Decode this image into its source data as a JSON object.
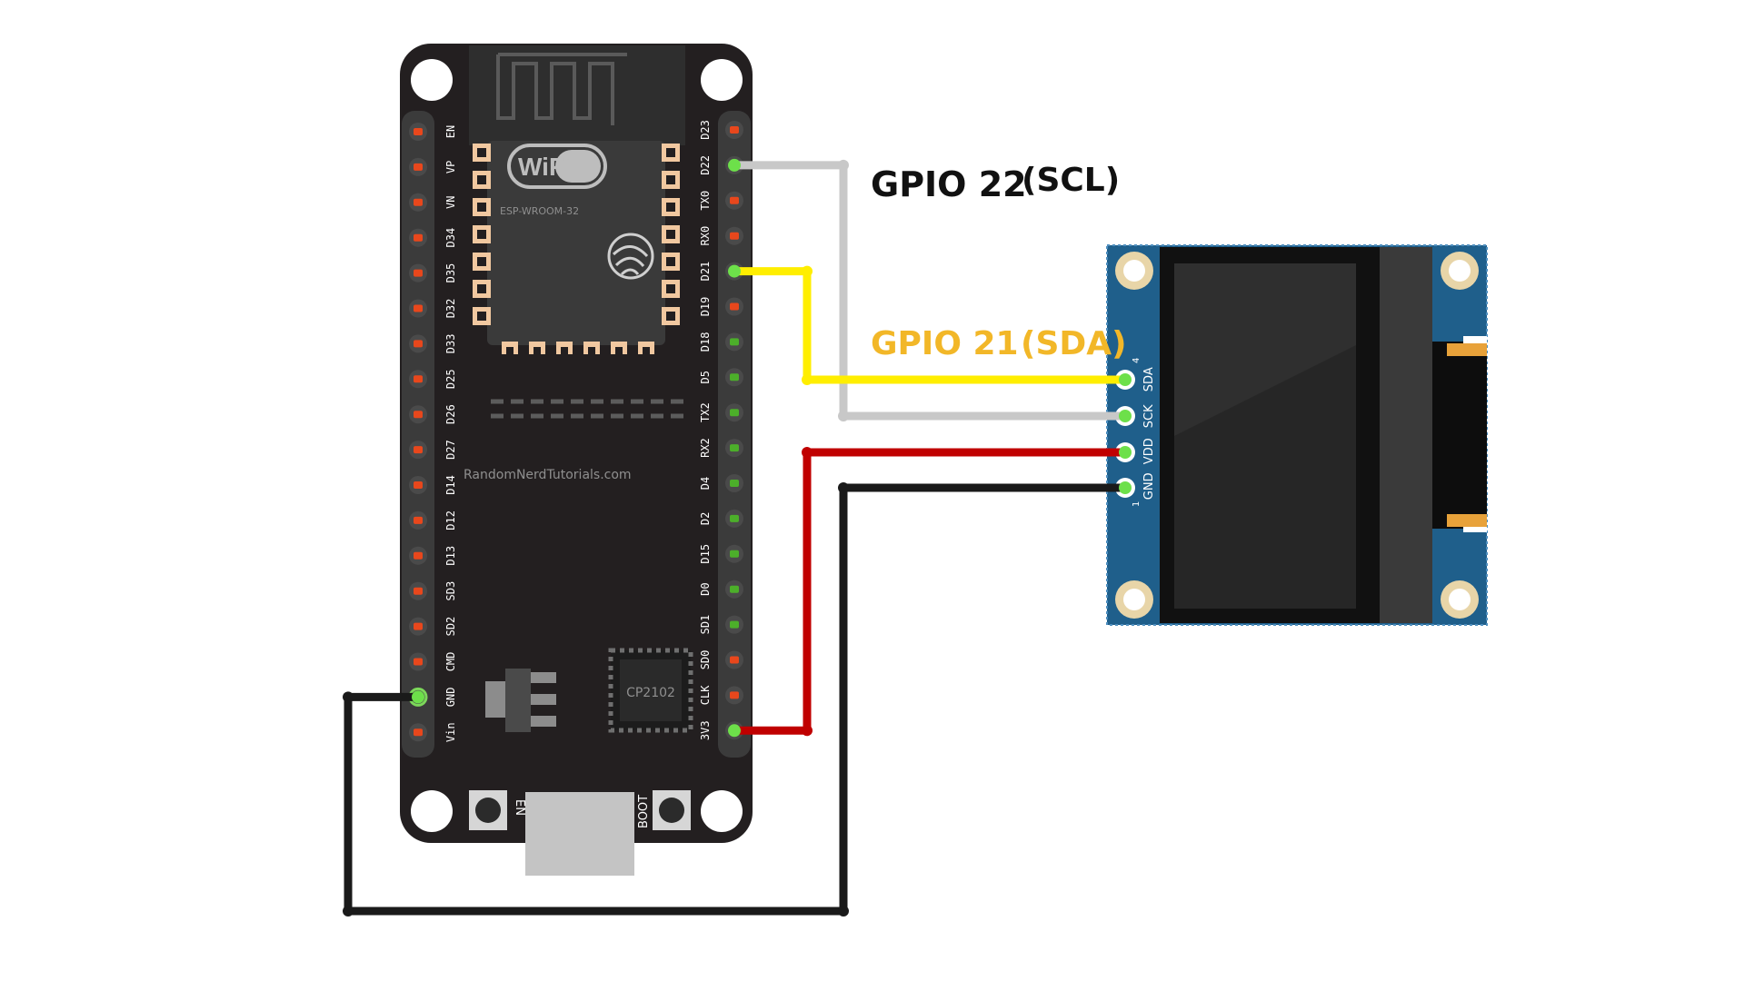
{
  "esp32": {
    "left_pins": [
      "EN",
      "VP",
      "VN",
      "D34",
      "D35",
      "D32",
      "D33",
      "D25",
      "D26",
      "D27",
      "D14",
      "D12",
      "D13",
      "SD3",
      "SD2",
      "CMD",
      "GND",
      "Vin"
    ],
    "right_pins": [
      "D23",
      "D22",
      "TX0",
      "RX0",
      "D21",
      "D19",
      "D18",
      "D5",
      "TX2",
      "RX2",
      "D4",
      "D2",
      "D15",
      "D0",
      "SD1",
      "SD0",
      "CLK",
      "3V3"
    ],
    "wifi_logo": "WiFi",
    "module_label": "ESP-WROOM-32",
    "watermark": "RandomNerdTutorials.com",
    "usb_chip_label": "CP2102",
    "en_button_label": "EN",
    "boot_button_label": "BOOT"
  },
  "oled": {
    "pin_labels": [
      "SDA",
      "SCK",
      "VDD",
      "GND"
    ],
    "pin_number_top": "4",
    "pin_number_bottom": "1"
  },
  "annotations": {
    "scl_gpio": "GPIO 22",
    "scl_signal": "(SCL)",
    "sda_gpio": "GPIO 21",
    "sda_signal": "(SDA)"
  },
  "colors": {
    "board": "#231f20",
    "oled_pcb": "#1f5f8b",
    "wire_scl": "#c8c8c8",
    "wire_sda": "#ffee00",
    "wire_vcc": "#c00000",
    "wire_gnd": "#1a1a1a",
    "sda_label": "#f2b728",
    "scl_label": "#111111",
    "pin_red": "#e8471c",
    "pin_green": "#4caf2a"
  },
  "connections": [
    {
      "from": "D22",
      "to": "SCK",
      "color": "wire_scl"
    },
    {
      "from": "D21",
      "to": "SDA",
      "color": "wire_sda"
    },
    {
      "from": "3V3",
      "to": "VDD",
      "color": "wire_vcc"
    },
    {
      "from": "GND",
      "to": "GND",
      "color": "wire_gnd"
    }
  ]
}
